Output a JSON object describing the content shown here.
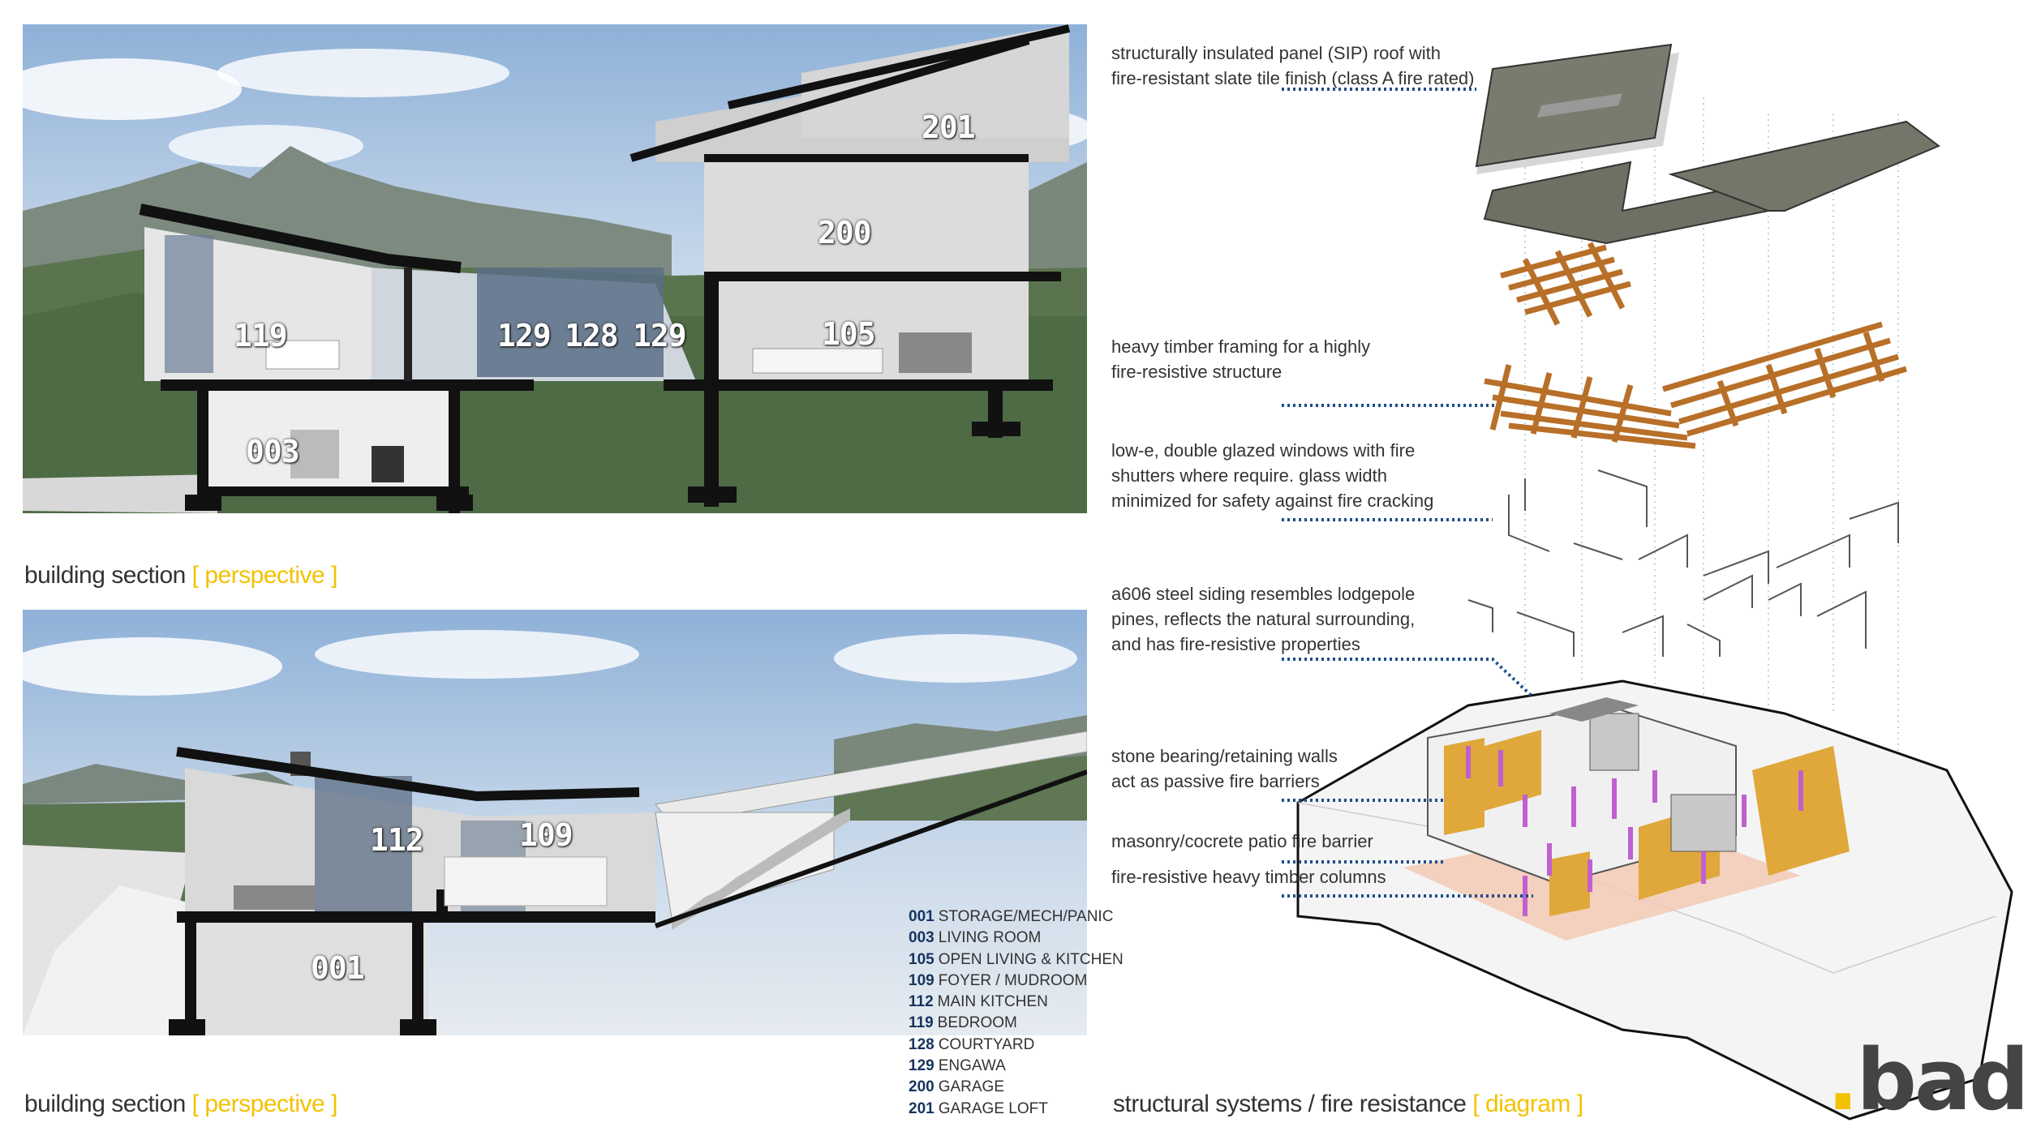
{
  "sections": [
    {
      "rooms": [
        "119",
        "129",
        "128",
        "129",
        "105",
        "200",
        "201",
        "003"
      ],
      "caption": "building section",
      "caption_tag": "[ perspective ]"
    },
    {
      "rooms": [
        "112",
        "109",
        "001"
      ],
      "caption": "building section",
      "caption_tag": "[ perspective ]"
    }
  ],
  "legend": [
    {
      "code": "001",
      "label": "STORAGE/MECH/PANIC"
    },
    {
      "code": "003",
      "label": "LIVING ROOM"
    },
    {
      "code": "105",
      "label": "OPEN LIVING & KITCHEN"
    },
    {
      "code": "109",
      "label": "FOYER / MUDROOM"
    },
    {
      "code": "112",
      "label": "MAIN KITCHEN"
    },
    {
      "code": "119",
      "label": "BEDROOM"
    },
    {
      "code": "128",
      "label": "COURTYARD"
    },
    {
      "code": "129",
      "label": "ENGAWA"
    },
    {
      "code": "200",
      "label": "GARAGE"
    },
    {
      "code": "201",
      "label": "GARAGE LOFT"
    }
  ],
  "diagram": {
    "notes": [
      [
        "structurally insulated panel (SIP) roof with",
        "fire-resistant slate tile finish (class A fire rated)"
      ],
      [
        "heavy timber framing for a highly",
        "fire-resistive structure"
      ],
      [
        "low-e, double glazed windows with fire",
        "shutters where  require.  glass width",
        "minimized for safety against fire cracking"
      ],
      [
        "a606 steel siding resembles lodgepole",
        "pines, reflects the natural surrounding,",
        "and has fire-resistive properties"
      ],
      [
        "stone bearing/retaining walls",
        "act as passive fire barriers"
      ],
      [
        "masonry/cocrete patio fire barrier"
      ],
      [
        "fire-resistive heavy timber columns"
      ]
    ],
    "caption": "structural systems / fire resistance",
    "caption_tag": "[ diagram ]"
  },
  "logo": {
    "dot": ".",
    "text": "bad"
  },
  "colors": {
    "accent_yellow": "#f2c200",
    "leader_blue": "#1f4e8c",
    "legend_code": "#16345f",
    "timber": "#b86f28",
    "steel_wall": "#e0a83a",
    "column": "#c060d0"
  }
}
